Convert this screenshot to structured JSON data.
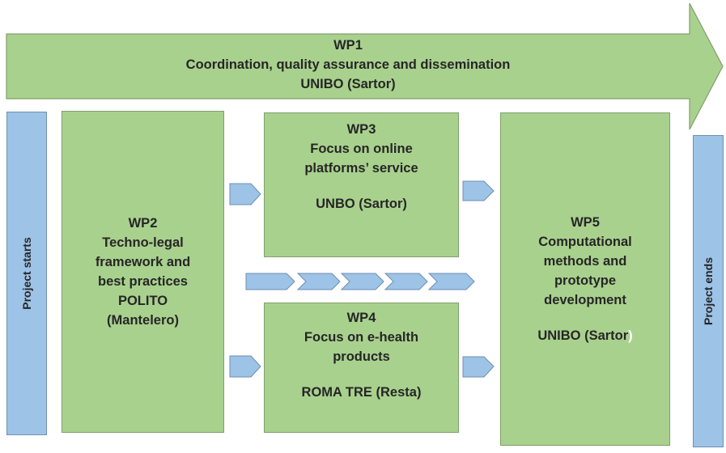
{
  "wp1": {
    "title": "WP1",
    "subtitle": "Coordination, quality assurance and dissemination",
    "lead": "UNIBO (Sartor)"
  },
  "side_labels": {
    "start": "Project starts",
    "end": "Project ends"
  },
  "wp2": {
    "title": "WP2",
    "lines": [
      "Techno-legal",
      "framework and",
      "best practices",
      "POLITO",
      "(Mantelero)"
    ]
  },
  "wp3": {
    "title": "WP3",
    "lines": [
      "Focus on online",
      "platforms’ service"
    ],
    "lead": "UNBO (Sartor)"
  },
  "wp4": {
    "title": "WP4",
    "lines": [
      "Focus on e-health",
      "products"
    ],
    "lead": "ROMA TRE (Resta)"
  },
  "wp5": {
    "title": "WP5",
    "lines": [
      "Computational",
      "methods and",
      "prototype",
      "development"
    ],
    "lead": "UNIBO (Sartor",
    "lead_suffix": ")"
  },
  "colors": {
    "green_fill": "#a9d18e",
    "green_border": "#7f9f6a",
    "blue_fill": "#9dc3e6",
    "blue_border": "#6d8fb3",
    "text": "#262626"
  }
}
